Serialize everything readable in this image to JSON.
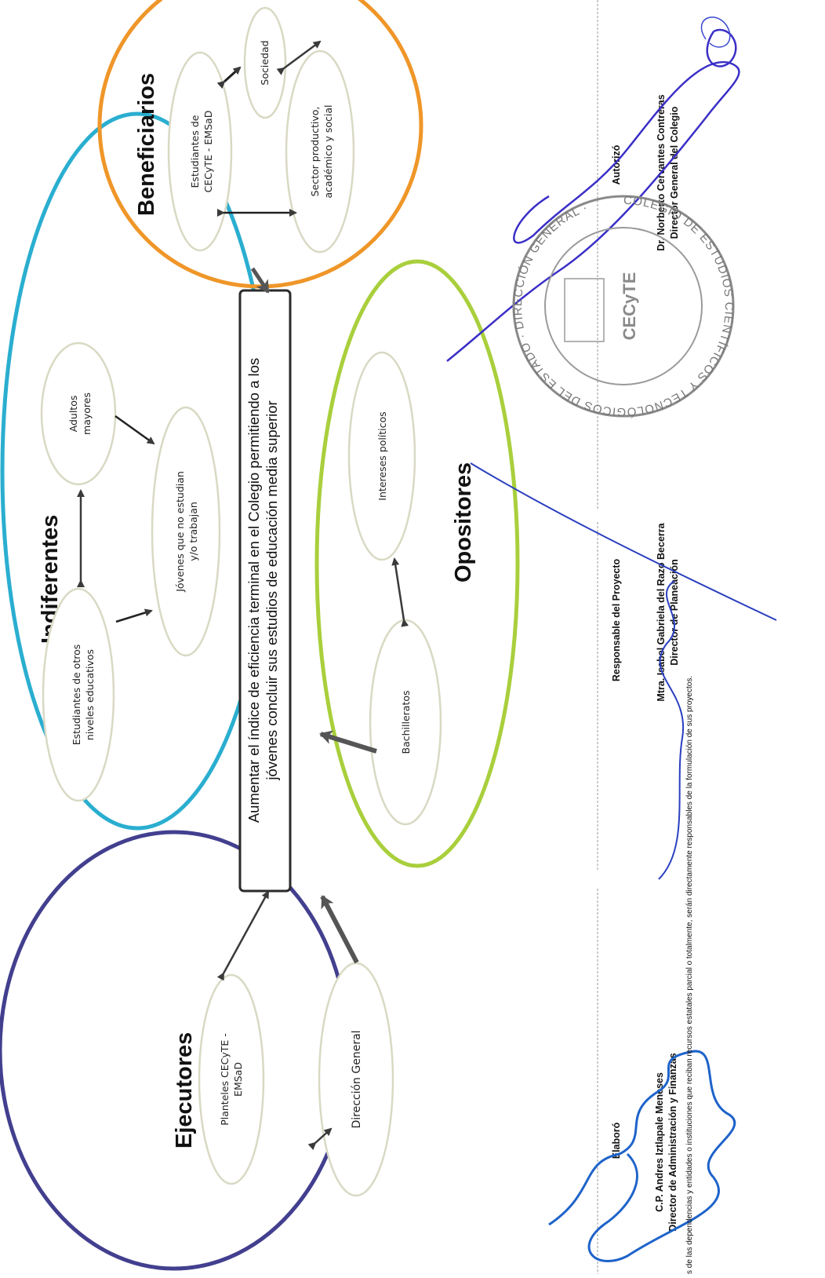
{
  "objective": {
    "line1": "Aumentar el índice de eficiencia terminal en el Colegio permitiendo a los",
    "line2": "jóvenes concluir sus estudios de educación media superior"
  },
  "groups": {
    "ejecutores": {
      "title": "Ejecutores",
      "color": "#433f8f",
      "nodes": {
        "planteles": [
          "Planteles CECyTE -",
          "EMSaD"
        ],
        "direccion": "Dirección General"
      }
    },
    "indiferentes": {
      "title": "Indiferentes",
      "color": "#2aaed0",
      "nodes": {
        "estudiantes": [
          "Estudiantes de otros",
          "niveles educativos"
        ],
        "adultos": [
          "Adultos",
          "mayores"
        ],
        "jovenes": [
          "Jóvenes que no estudian",
          "y/o trabajan"
        ]
      }
    },
    "opositores": {
      "title": "Opositores",
      "color": "#a9cf3c",
      "nodes": {
        "bachilleratos": "Bachilleratos",
        "intereses": "Intereses políticos"
      }
    },
    "beneficiarios": {
      "title": "Beneficiarios",
      "color": "#ef9629",
      "nodes": {
        "estudiantes": [
          "Estudiantes de",
          "CECyTE - EMSaD"
        ],
        "sociedad": "Sociedad",
        "sector": [
          "Sector productivo,",
          "académico y social"
        ]
      }
    }
  },
  "signatures": {
    "elaboro": {
      "role": "Elaboró",
      "name": "C.P. Andres Iztlapale Meneses",
      "title": "Director de Administración y Finanzas"
    },
    "responsable": {
      "role": "Responsable del Proyecto",
      "name": "Mtra. Isabel Gabriela del Razo Becerra",
      "title": "Director de Planeación"
    },
    "autorizo": {
      "role": "Autorizó",
      "name": "Dr. Norberto Cervantes Contreras",
      "title": "Director General del Colegio"
    }
  },
  "footnote": "s de las dependencias y entidades o instituciones que reciban recursos estatales parcial o totalmente, serán directamente responsables de la formulación de sus proyectos.",
  "seal": {
    "text": "COLEGIO DE ESTUDIOS CIENTÍFICOS Y TECNOLÓGICOS DEL ESTADO · DIRECCIÓN GENERAL ·",
    "logo": "CECyTE"
  }
}
